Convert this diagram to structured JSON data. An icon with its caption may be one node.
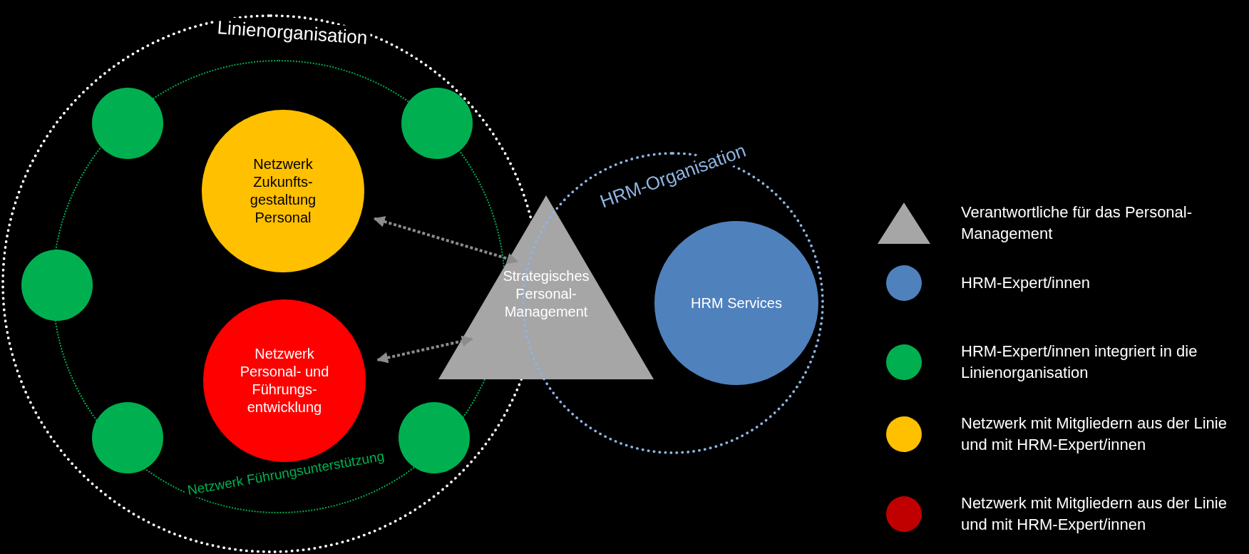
{
  "diagram": {
    "nodes": [
      {
        "text": [
          "Linienorganisation"
        ]
      },
      {
        "text": [
          "Netzwerk Führungsunterstützung"
        ],
        "in": 0
      },
      {
        "text": [],
        "shape": "circle",
        "in": 1
      },
      {
        "text": [],
        "shape": "circle",
        "in": 1
      },
      {
        "text": [],
        "shape": "circle",
        "in": 0
      },
      {
        "text": [],
        "shape": "circle",
        "in": 1
      },
      {
        "text": [],
        "shape": "circle",
        "in": 1
      },
      {
        "text": [
          "Netzwerk Zukunfts-gestaltung Personal"
        ],
        "in": 1
      },
      {
        "text": [
          "Netzwerk Personal- und Führungs-entwicklung"
        ],
        "in": 1
      },
      {
        "text": [
          "Strategisches Personal-Management"
        ]
      },
      {
        "text": [
          "HRM-Organisation"
        ]
      },
      {
        "text": [
          "HRM Services"
        ],
        "in": 10
      }
    ],
    "edges": [
      {
        "from": 7,
        "to": 9,
        "arrow": "both",
        "style": "dashed"
      },
      {
        "from": 8,
        "to": 9,
        "arrow": "both",
        "style": "dashed"
      }
    ],
    "legend": [
      {
        "text": "Verantwortliche für das Personal-Management"
      },
      {
        "text": "HRM-Expert/innen",
        "color": "#4f81bd"
      },
      {
        "text": "HRM-Expert/innen integriert in die Linienorganisation",
        "color": "#00b050"
      },
      {
        "text": "Netzwerk mit Mitgliedern aus der Linie und mit HRM-Expert/innen",
        "color": "#ffc000"
      },
      {
        "text": "Netzwerk mit Mitgliedern aus der Linie und mit HRM-Expert/innen",
        "color": "#c00000"
      }
    ]
  }
}
